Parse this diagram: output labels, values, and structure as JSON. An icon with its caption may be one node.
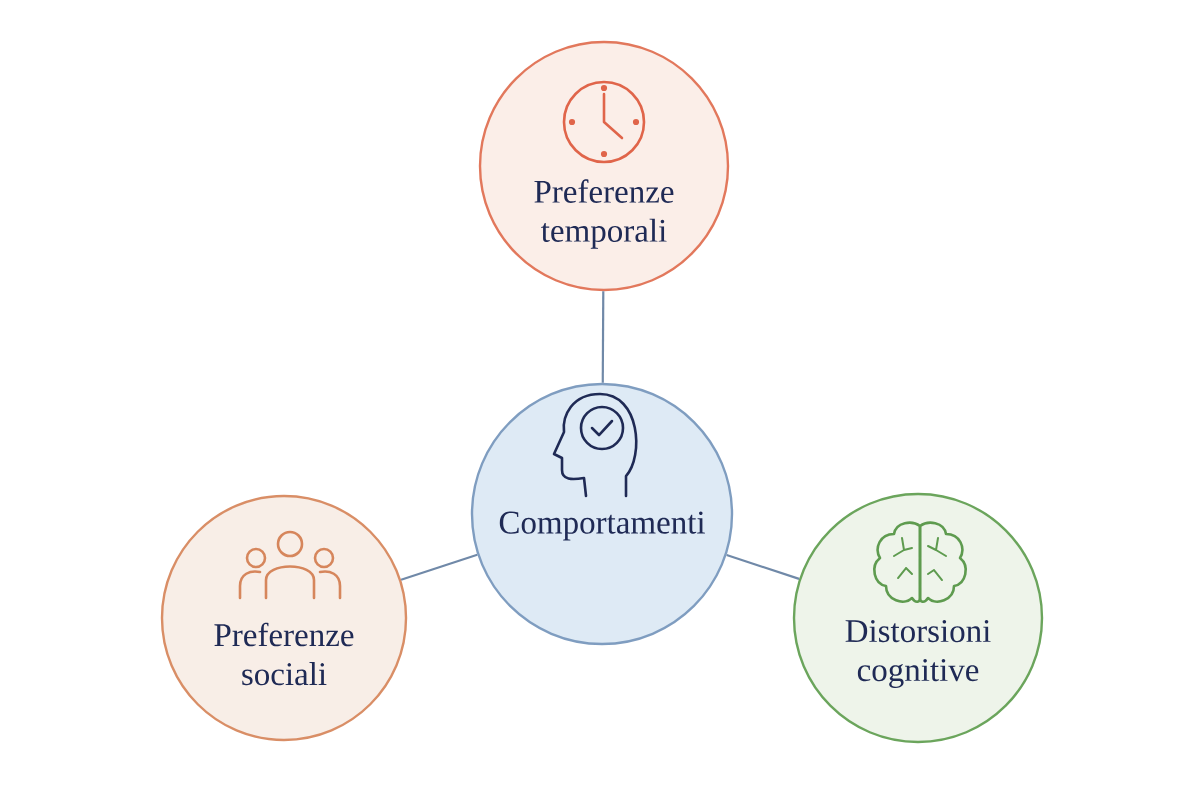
{
  "diagram": {
    "nodes": [
      {
        "text": [
          "Preferenze temporali"
        ]
      },
      {
        "text": [
          "Comportamenti"
        ]
      },
      {
        "text": [
          "Preferenze sociali"
        ]
      },
      {
        "text": [
          "Distorsioni cognitive"
        ]
      }
    ],
    "edges": [
      {
        "from": 1,
        "to": 0,
        "arrow": "none"
      },
      {
        "from": 1,
        "to": 2,
        "arrow": "none"
      },
      {
        "from": 1,
        "to": 3,
        "arrow": "none"
      }
    ]
  }
}
